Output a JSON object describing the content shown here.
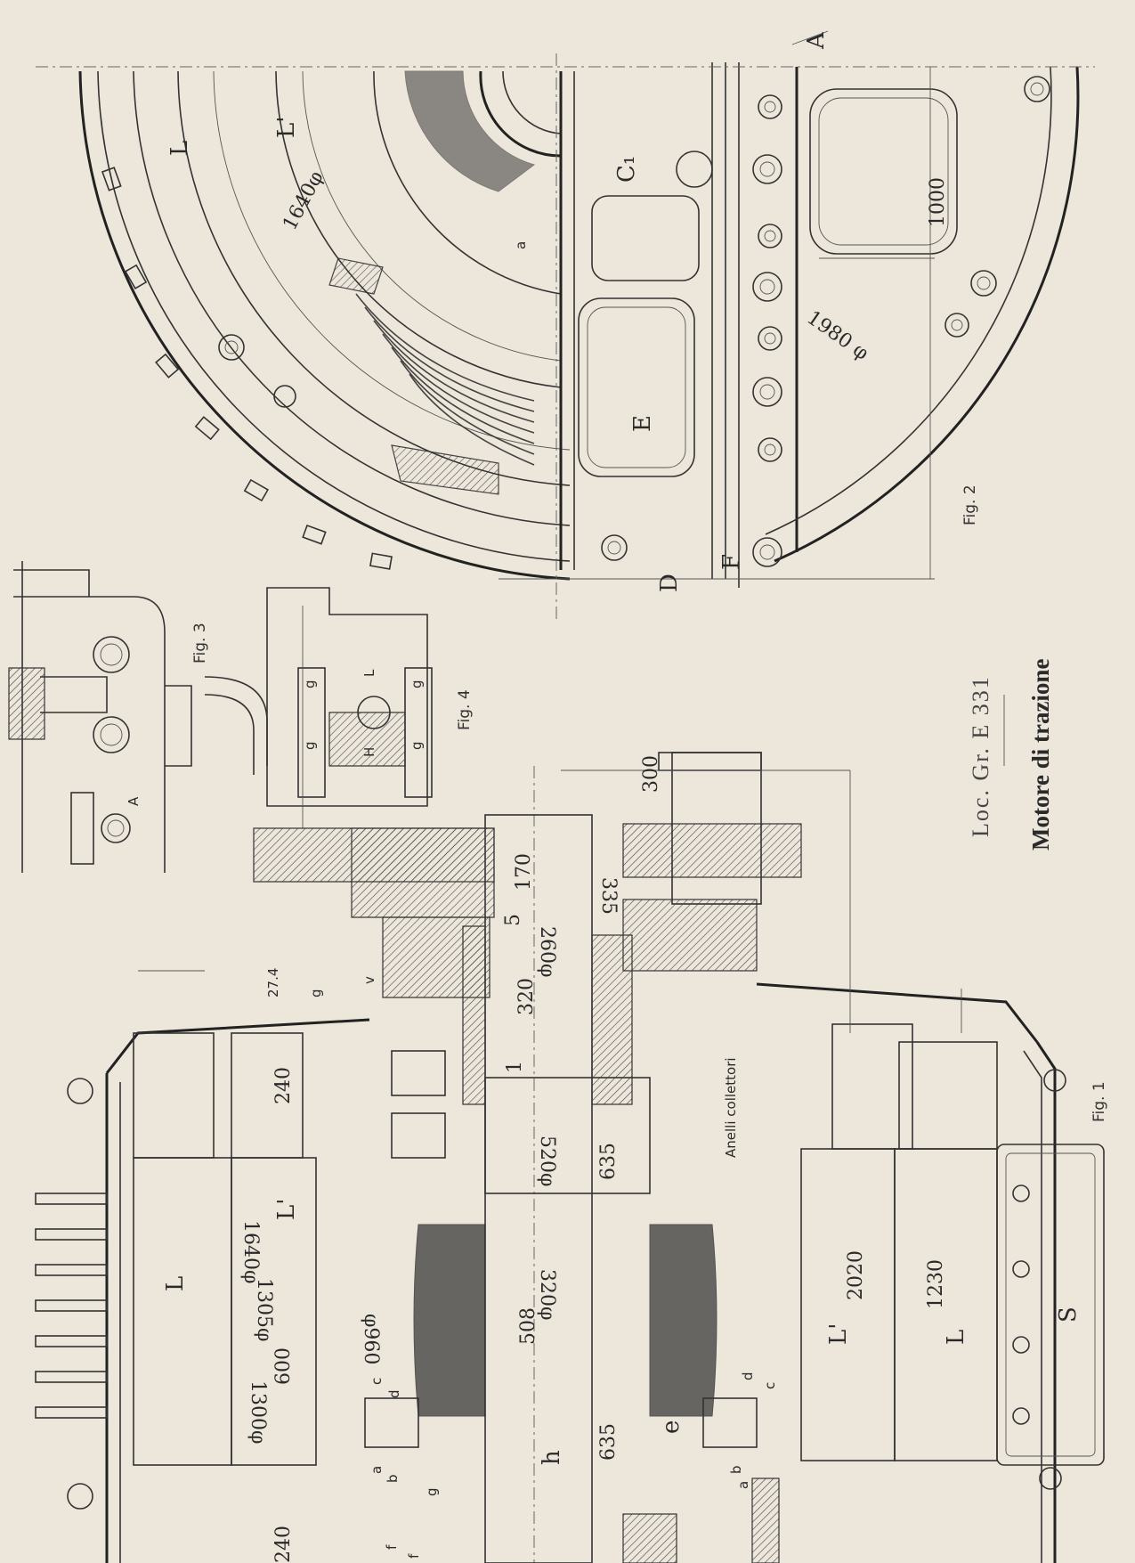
{
  "sheet": {
    "title_line1": "Loc. Gr. E 331",
    "title_line2": "Motore di trazione"
  },
  "figures": {
    "fig1": "Fig. 1",
    "fig2": "Fig. 2",
    "fig3": "Fig. 3",
    "fig4": "Fig. 4"
  },
  "fig1_dimensions": {
    "d_300": "300",
    "d_335": "335",
    "d_170": "170",
    "d_5": "5",
    "d_260": "260φ",
    "d_320a": "320",
    "d_1": "1",
    "d_520": "520φ",
    "d_635a": "635",
    "d_320b": "320φ",
    "d_508": "508",
    "d_635b": "635",
    "d_1640": "1640φ",
    "d_1305": "1305φ",
    "d_600": "600",
    "d_1300": "1300φ",
    "d_960": "φ960",
    "d_2020": "2020",
    "d_1230": "1230",
    "d_240a": "240",
    "d_240b": "240",
    "d_27_4": "27.4"
  },
  "fig1_labels": {
    "L_top": "L",
    "Lp_top": "L'",
    "Lp_bot": "L'",
    "L_bot": "L",
    "S": "S",
    "g_top": "g",
    "v": "v",
    "anelli": "Anelli collettori",
    "h": "h",
    "e": "e",
    "a": "a",
    "b": "b",
    "c": "c",
    "d": "d",
    "c2": "c",
    "d2": "d",
    "b2": "b",
    "a2": "a",
    "f1": "f",
    "f2": "f",
    "g2": "g"
  },
  "fig2_labels": {
    "A": "A",
    "C1": "C₁",
    "L": "L",
    "Lp": "L'",
    "d_1640": "1640φ",
    "d_1000": "1000",
    "d_1980": "1980 φ",
    "E": "E",
    "D": "D",
    "F": "F",
    "a": "a"
  },
  "fig3_labels": {
    "A": "A"
  },
  "fig4_labels": {
    "L": "L",
    "H": "H",
    "g1": "g",
    "g2": "g",
    "g3": "g",
    "g4": "g"
  }
}
